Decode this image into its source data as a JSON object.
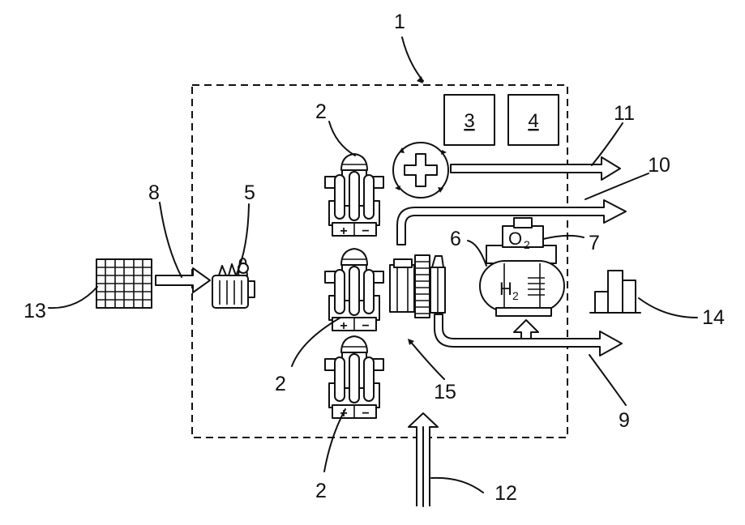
{
  "labels": {
    "n1": "1",
    "n2a": "2",
    "n2b": "2",
    "n2c": "2",
    "n3": "3",
    "n4": "4",
    "n5": "5",
    "n6": "6",
    "n7": "7",
    "n8": "8",
    "n9": "9",
    "n10": "10",
    "n11": "11",
    "n12": "12",
    "n13": "13",
    "n14": "14",
    "n15": "15"
  },
  "symbols": {
    "plus": "+",
    "minus": "−",
    "h2_main": "H",
    "h2_sub": "2",
    "o2_main": "O",
    "o2_sub": "2"
  },
  "colors": {
    "line": "#111111",
    "background": "#ffffff"
  }
}
